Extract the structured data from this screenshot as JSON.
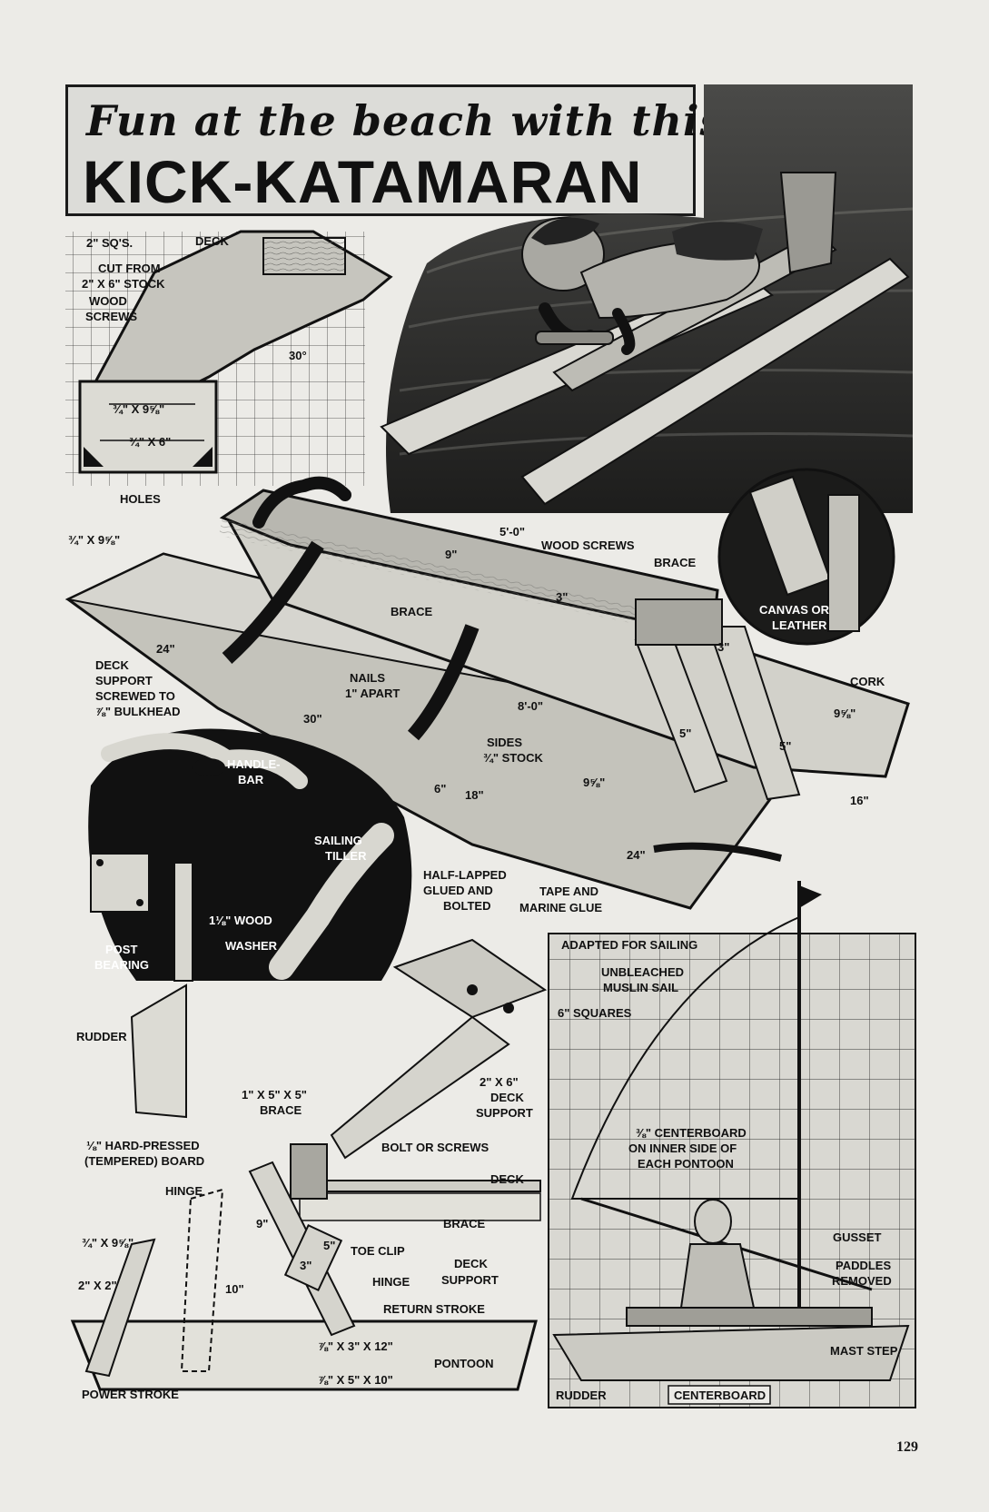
{
  "title": {
    "script": "Fun at the beach with this",
    "main": "KICK-KATAMARAN"
  },
  "labels": {
    "sq2": "2\" SQ'S.",
    "deck": "DECK",
    "cut_from": "CUT FROM",
    "stock_2x6": "2\" X 6\" STOCK",
    "wood": "WOOD",
    "screws": "SCREWS",
    "deg30": "30°",
    "board_34x958": "¾\" X 9⅝\"",
    "board_34x6": "¾\" X 6\"",
    "holes": "HOLES",
    "left_34x958": "¾\" X 9⅝\"",
    "dim_5": "5'-0\"",
    "dim_9": "9\"",
    "dim_3": "3\"",
    "wood_screws": "WOOD SCREWS",
    "brace_top": "BRACE",
    "brace_mid": "BRACE",
    "canvas1": "CANVAS OR",
    "canvas2": "LEATHER",
    "dim_24a": "24\"",
    "deck_support1": "DECK",
    "deck_support2": "SUPPORT",
    "deck_support3": "SCREWED TO",
    "deck_support4": "⅞\" BULKHEAD",
    "nails1": "NAILS",
    "nails2": "1\" APART",
    "dim_8": "8'-0\"",
    "dim_30": "30\"",
    "cork": "CORK",
    "dim_958": "9⅝\"",
    "dim_5a": "5\"",
    "dim_5b": "5\"",
    "dim_3b": "3\"",
    "sides1": "SIDES",
    "sides2": "¾\" STOCK",
    "dim_6": "6\"",
    "dim_18": "18\"",
    "dim_958b": "9⅝\"",
    "dim_16": "16\"",
    "dim_24b": "24\"",
    "handle1": "HANDLE-",
    "handle2": "BAR",
    "sailing1": "SAILING",
    "sailing2": "TILLER",
    "half1": "HALF-LAPPED",
    "half2": "GLUED AND",
    "half3": "BOLTED",
    "tape1": "TAPE AND",
    "tape2": "MARINE GLUE",
    "wood118": "1⅛\" WOOD",
    "washer": "WASHER",
    "post1": "POST",
    "post2": "BEARING",
    "rudder_left": "RUDDER",
    "brace155a": "1\" X 5\" X 5\"",
    "brace155b": "BRACE",
    "ds2x6a": "2\" X 6\"",
    "ds2x6b": "DECK",
    "ds2x6c": "SUPPORT",
    "hard1": "⅛\" HARD-PRESSED",
    "hard2": "(TEMPERED) BOARD",
    "bolt": "BOLT OR SCREWS",
    "hinge1": "HINGE",
    "deck2": "DECK",
    "brace3": "BRACE",
    "left2_34x958": "¾\" X 9⅝\"",
    "toe": "TOE CLIP",
    "deck_supp_a": "DECK",
    "deck_supp_b": "SUPPORT",
    "dim_9b": "9\"",
    "dim_10": "10\"",
    "dim_3c": "3\"",
    "dim_5c": "5\"",
    "x2x2": "2\" X 2\"",
    "hinge2": "HINGE",
    "return": "RETURN STROKE",
    "p78x3x12": "⅞\" X 3\" X 12\"",
    "p78x5x10": "⅞\" X 5\" X 10\"",
    "pontoon": "PONTOON",
    "power": "POWER STROKE",
    "adapted": "ADAPTED FOR SAILING",
    "unbleached1": "UNBLEACHED",
    "unbleached2": "MUSLIN SAIL",
    "squares": "6\" SQUARES",
    "center1": "⅜\" CENTERBOARD",
    "center2": "ON INNER SIDE OF",
    "center3": "EACH PONTOON",
    "gusset": "GUSSET",
    "paddles1": "PADDLES",
    "paddles2": "REMOVED",
    "mast": "MAST STEP",
    "rudder_right": "RUDDER",
    "centerboard": "CENTERBOARD"
  },
  "page_number": "129"
}
